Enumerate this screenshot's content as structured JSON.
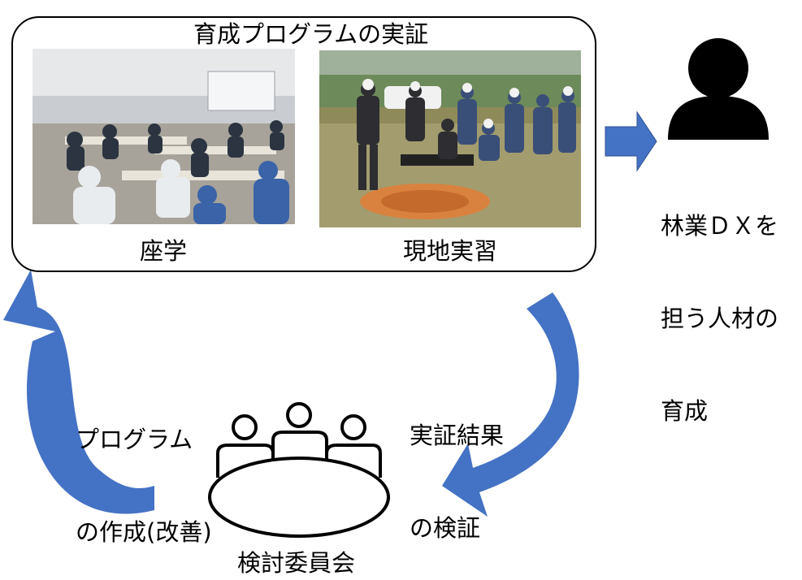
{
  "frame": {
    "title": "育成プログラムの実証"
  },
  "photos": {
    "lecture": {
      "caption": "座学"
    },
    "field": {
      "caption": "現地実習"
    }
  },
  "person": {
    "label_lines": [
      "林業ＤＸを",
      "担う人材の",
      "育成"
    ]
  },
  "left_arrow": {
    "label_lines": [
      "プログラム",
      "の作成(改善)"
    ]
  },
  "right_arrow": {
    "label_lines": [
      "実証結果",
      "の検証"
    ]
  },
  "committee": {
    "label": "検討委員会"
  },
  "colors": {
    "arrow": "#4472c4",
    "outline": "#000000",
    "background": "#ffffff"
  },
  "icons": [
    "person-silhouette-icon",
    "meeting-table-icon",
    "right-arrow-icon",
    "cycle-arrow-icon"
  ]
}
